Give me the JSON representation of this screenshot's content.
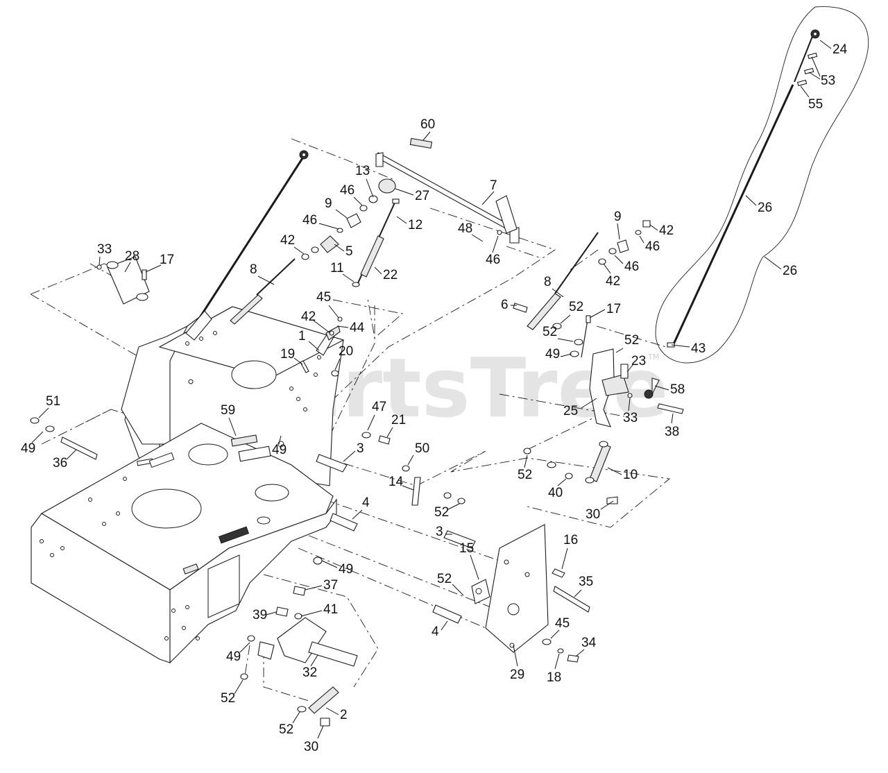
{
  "watermark": {
    "text": "PartsTree",
    "trademark": "TM"
  },
  "callouts": [
    {
      "label": "1"
    },
    {
      "label": "2"
    },
    {
      "label": "3"
    },
    {
      "label": "3"
    },
    {
      "label": "4"
    },
    {
      "label": "4"
    },
    {
      "label": "5"
    },
    {
      "label": "6"
    },
    {
      "label": "7"
    },
    {
      "label": "8"
    },
    {
      "label": "8"
    },
    {
      "label": "9"
    },
    {
      "label": "9"
    },
    {
      "label": "10"
    },
    {
      "label": "11"
    },
    {
      "label": "12"
    },
    {
      "label": "13"
    },
    {
      "label": "14"
    },
    {
      "label": "15"
    },
    {
      "label": "16"
    },
    {
      "label": "17"
    },
    {
      "label": "17"
    },
    {
      "label": "18"
    },
    {
      "label": "19"
    },
    {
      "label": "20"
    },
    {
      "label": "21"
    },
    {
      "label": "22"
    },
    {
      "label": "23"
    },
    {
      "label": "24"
    },
    {
      "label": "25"
    },
    {
      "label": "26"
    },
    {
      "label": "26"
    },
    {
      "label": "27"
    },
    {
      "label": "28"
    },
    {
      "label": "29"
    },
    {
      "label": "30"
    },
    {
      "label": "30"
    },
    {
      "label": "32"
    },
    {
      "label": "33"
    },
    {
      "label": "33"
    },
    {
      "label": "34"
    },
    {
      "label": "35"
    },
    {
      "label": "36"
    },
    {
      "label": "37"
    },
    {
      "label": "38"
    },
    {
      "label": "39"
    },
    {
      "label": "40"
    },
    {
      "label": "41"
    },
    {
      "label": "42"
    },
    {
      "label": "42"
    },
    {
      "label": "42"
    },
    {
      "label": "42"
    },
    {
      "label": "43"
    },
    {
      "label": "44"
    },
    {
      "label": "45"
    },
    {
      "label": "45"
    },
    {
      "label": "46"
    },
    {
      "label": "46"
    },
    {
      "label": "46"
    },
    {
      "label": "46"
    },
    {
      "label": "46"
    },
    {
      "label": "47"
    },
    {
      "label": "48"
    },
    {
      "label": "49"
    },
    {
      "label": "49"
    },
    {
      "label": "49"
    },
    {
      "label": "49"
    },
    {
      "label": "49"
    },
    {
      "label": "50"
    },
    {
      "label": "51"
    },
    {
      "label": "52"
    },
    {
      "label": "52"
    },
    {
      "label": "52"
    },
    {
      "label": "52"
    },
    {
      "label": "52"
    },
    {
      "label": "52"
    },
    {
      "label": "52"
    },
    {
      "label": "52"
    },
    {
      "label": "53"
    },
    {
      "label": "55"
    },
    {
      "label": "58"
    },
    {
      "label": "59"
    },
    {
      "label": "60"
    }
  ]
}
